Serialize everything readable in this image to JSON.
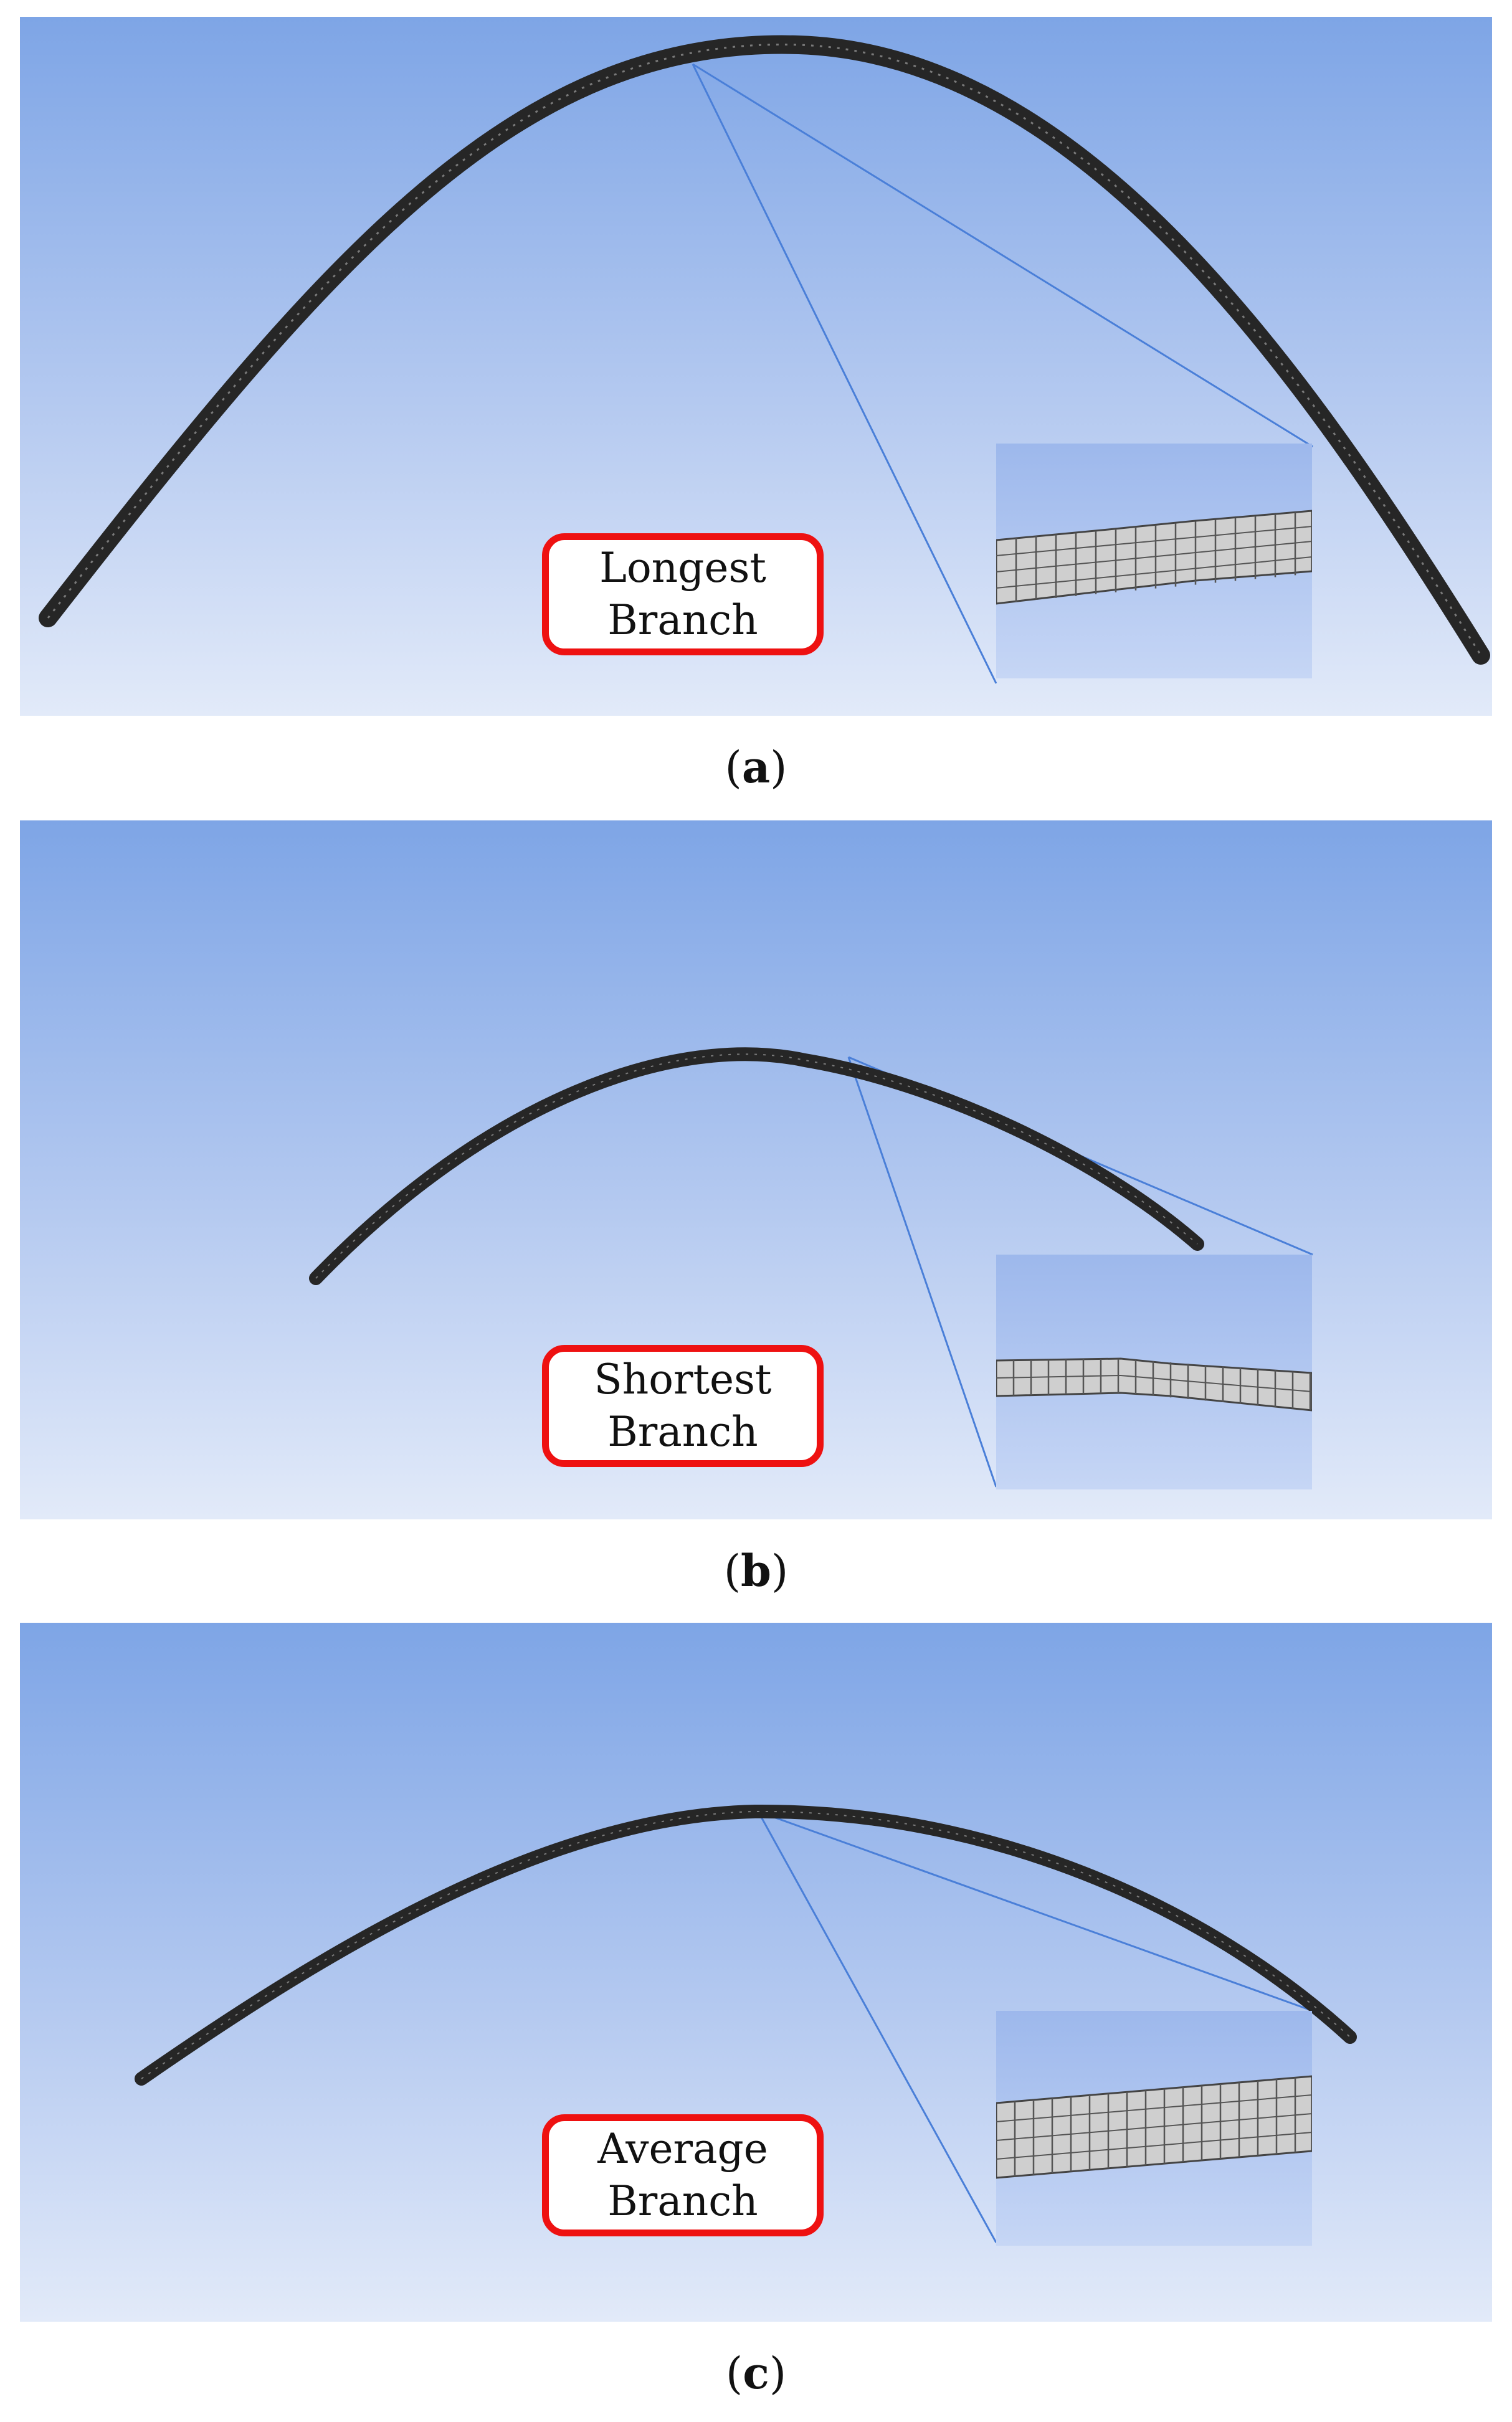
{
  "panels": [
    {
      "id": "a",
      "label_line1": "Longest",
      "label_line2": "Branch",
      "caption_open": "(",
      "caption_letter": "a",
      "caption_close": ")"
    },
    {
      "id": "b",
      "label_line1": "Shortest",
      "label_line2": "Branch",
      "caption_open": "(",
      "caption_letter": "b",
      "caption_close": ")"
    },
    {
      "id": "c",
      "label_line1": "Average",
      "label_line2": "Branch",
      "caption_open": "(",
      "caption_letter": "c",
      "caption_close": ")"
    }
  ],
  "colors": {
    "background_top": "#7ea5e6",
    "background_bottom": "#e2eaf9",
    "label_border": "#ee1111",
    "zoom_line": "#4a7fd8",
    "branch": "#262626",
    "mesh_fill": "#cfcfcf"
  }
}
